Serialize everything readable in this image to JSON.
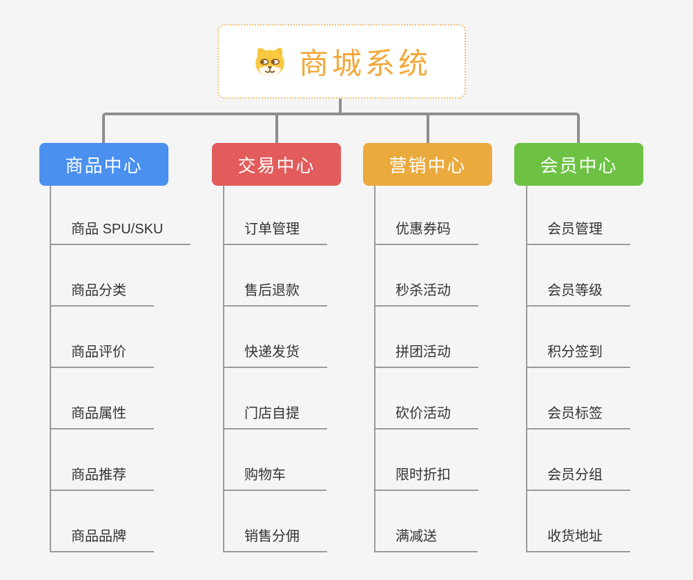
{
  "page": {
    "background_color": "#f5f5f6",
    "connector_color": "#8e8e8e",
    "underline_color": "#9a9a9a"
  },
  "root": {
    "title": "商城系统",
    "icon": "dog-face-icon",
    "title_color": "#f2a93b",
    "border_color": "#f3bc72"
  },
  "branches": [
    {
      "label": "商品中心",
      "color": "#4a90ee",
      "items": [
        "商品 SPU/SKU",
        "商品分类",
        "商品评价",
        "商品属性",
        "商品推荐",
        "商品品牌"
      ]
    },
    {
      "label": "交易中心",
      "color": "#e25c5c",
      "items": [
        "订单管理",
        "售后退款",
        "快递发货",
        "门店自提",
        "购物车",
        "销售分佣"
      ]
    },
    {
      "label": "营销中心",
      "color": "#ebaa3e",
      "items": [
        "优惠券码",
        "秒杀活动",
        "拼团活动",
        "砍价活动",
        "限时折扣",
        "满减送"
      ]
    },
    {
      "label": "会员中心",
      "color": "#6dc244",
      "items": [
        "会员管理",
        "会员等级",
        "积分签到",
        "会员标签",
        "会员分组",
        "收货地址"
      ]
    }
  ]
}
